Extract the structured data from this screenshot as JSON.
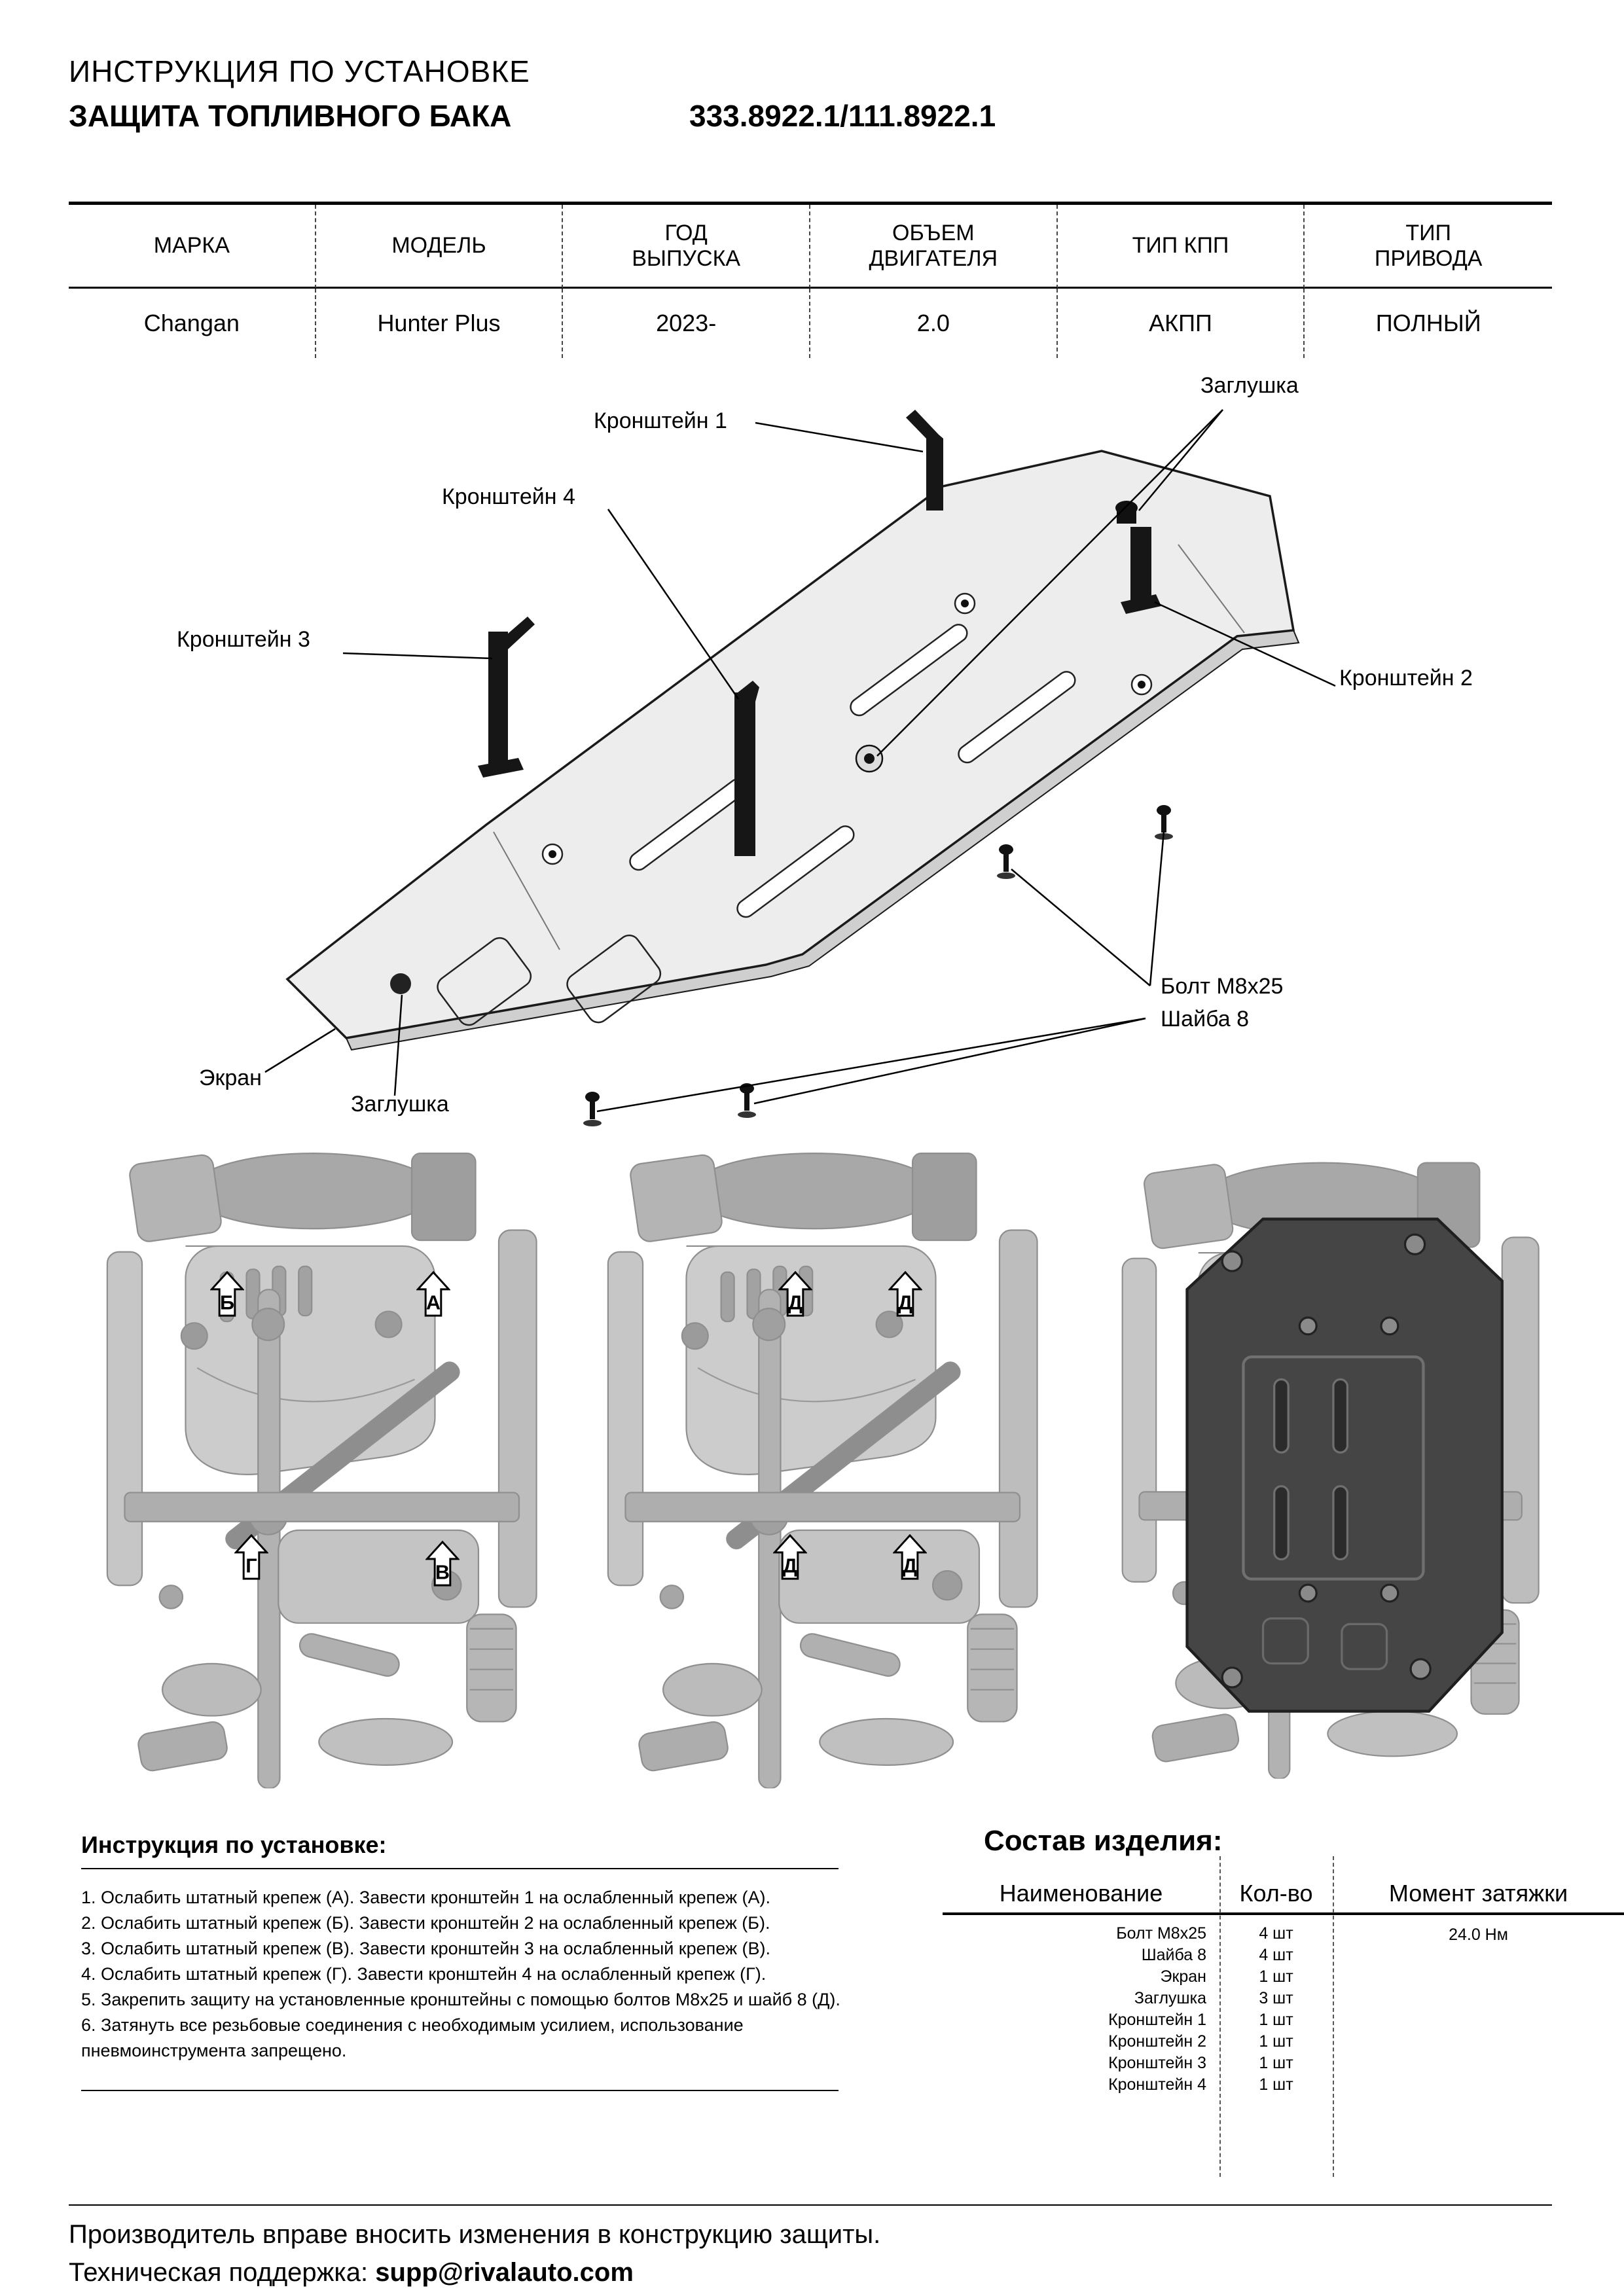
{
  "header": {
    "title_line1": "ИНСТРУКЦИЯ ПО УСТАНОВКЕ",
    "title_line2": "ЗАЩИТА ТОПЛИВНОГО БАКА",
    "part_numbers": "333.8922.1/111.8922.1"
  },
  "vehicle_table": {
    "headers": [
      "МАРКА",
      "МОДЕЛЬ",
      "ГОД\nВЫПУСКА",
      "ОБЪЕМ\nДВИГАТЕЛЯ",
      "ТИП КПП",
      "ТИП\nПРИВОДА"
    ],
    "row": [
      "Changan",
      "Hunter Plus",
      "2023-",
      "2.0",
      "АКПП",
      "ПОЛНЫЙ"
    ]
  },
  "diagram": {
    "labels": {
      "bracket1": "Кронштейн 1",
      "bracket2": "Кронштейн 2",
      "bracket3": "Кронштейн 3",
      "bracket4": "Кронштейн 4",
      "plug_top": "Заглушка",
      "plug_bottom": "Заглушка",
      "bolt": "Болт М8х25",
      "washer": "Шайба 8",
      "screen": "Экран"
    }
  },
  "photos": [
    {
      "markers": [
        {
          "letter": "Б"
        },
        {
          "letter": "А"
        },
        {
          "letter": "Г"
        },
        {
          "letter": "В"
        }
      ]
    },
    {
      "markers": [
        {
          "letter": "Д"
        },
        {
          "letter": "Д"
        },
        {
          "letter": "Д"
        },
        {
          "letter": "Д"
        }
      ]
    },
    {
      "markers": []
    }
  ],
  "instructions": {
    "heading": "Инструкция по установке:",
    "steps": [
      "1. Ослабить штатный крепеж (А). Завести кронштейн 1 на ослабленный крепеж (А).",
      "2. Ослабить штатный крепеж (Б). Завести кронштейн 2 на ослабленный крепеж (Б).",
      "3. Ослабить штатный крепеж (В). Завести кронштейн 3 на ослабленный крепеж (В).",
      "4. Ослабить штатный крепеж (Г). Завести кронштейн 4 на ослабленный крепеж (Г).",
      "5. Закрепить защиту на установленные кронштейны с помощью болтов М8х25 и шайб 8 (Д).",
      "6. Затянуть все резьбовые соединения с необходимым усилием, использование пневмоинструмента запрещено."
    ]
  },
  "components": {
    "heading": "Состав изделия:",
    "columns": {
      "name": "Наименование",
      "qty": "Кол-во",
      "torque": "Момент затяжки"
    },
    "torque_value": "24.0 Нм",
    "rows": [
      {
        "name": "Болт М8х25",
        "qty": "4 шт"
      },
      {
        "name": "Шайба 8",
        "qty": "4 шт"
      },
      {
        "name": "Экран",
        "qty": "1 шт"
      },
      {
        "name": "Заглушка",
        "qty": "3 шт"
      },
      {
        "name": "Кронштейн 1",
        "qty": "1 шт"
      },
      {
        "name": "Кронштейн 2",
        "qty": "1 шт"
      },
      {
        "name": "Кронштейн 3",
        "qty": "1 шт"
      },
      {
        "name": "Кронштейн 4",
        "qty": "1 шт"
      }
    ]
  },
  "footer": {
    "disclaimer": "Производитель вправе вносить изменения в конструкцию защиты.",
    "support_label": "Техническая поддержка: ",
    "support_email": "supp@rivalauto.com"
  }
}
